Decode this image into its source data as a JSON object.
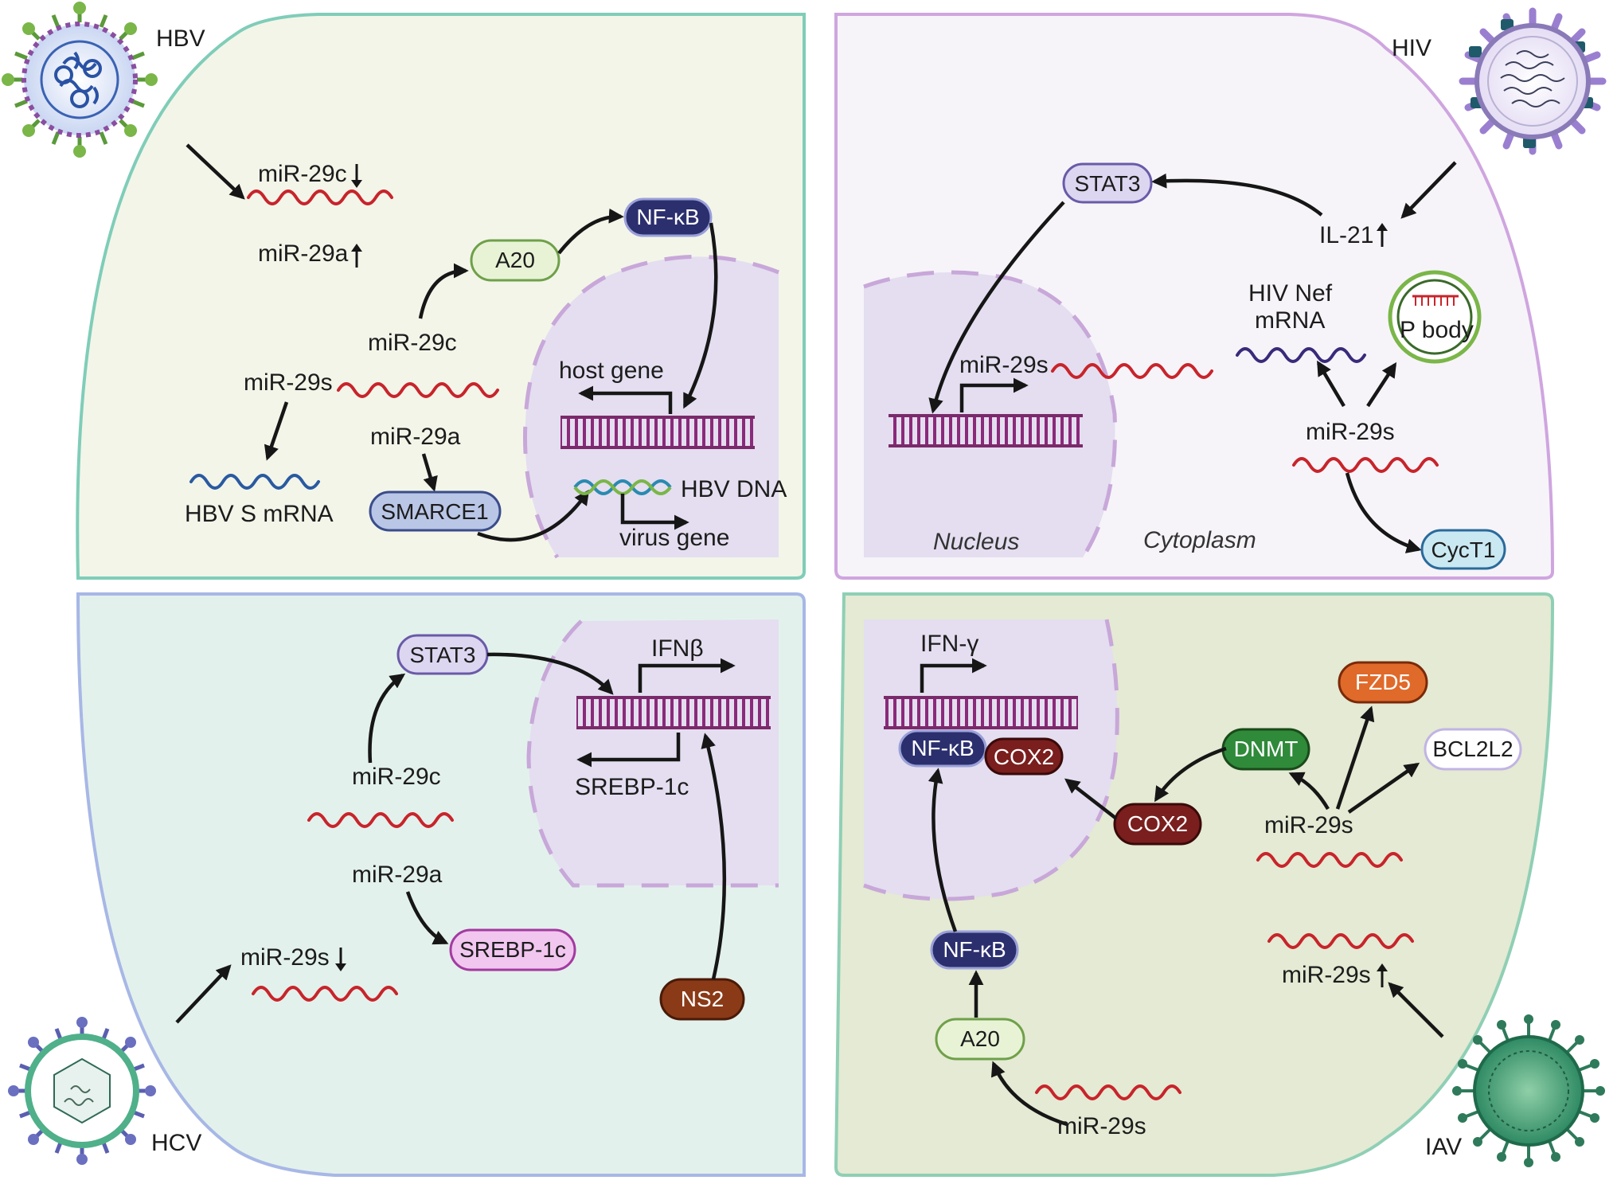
{
  "viruses": {
    "hbv": "HBV",
    "hiv": "HIV",
    "hcv": "HCV",
    "iav": "IAV"
  },
  "hbv_panel": {
    "mir29c_down": "miR-29c",
    "mir29a_up": "miR-29a",
    "mir29c": "miR-29c",
    "mir29s": "miR-29s",
    "mir29a": "miR-29a",
    "a20": "A20",
    "nfkb": "NF-κB",
    "host_gene": "host gene",
    "hbv_dna": "HBV DNA",
    "virus_gene": "virus gene",
    "smarce1": "SMARCE1",
    "hbv_s_mrna": "HBV S mRNA"
  },
  "hiv_panel": {
    "stat3": "STAT3",
    "il21": "IL-21",
    "hiv_nef_line1": "HIV Nef",
    "hiv_nef_line2": "mRNA",
    "p_body": "P body",
    "mir29s_nucleus": "miR-29s",
    "mir29s": "miR-29s",
    "cyct1": "CycT1",
    "nucleus": "Nucleus",
    "cytoplasm": "Cytoplasm"
  },
  "hcv_panel": {
    "stat3": "STAT3",
    "ifnb": "IFNβ",
    "srebp_gene": "SREBP-1c",
    "mir29c": "miR-29c",
    "mir29a": "miR-29a",
    "srebp": "SREBP-1c",
    "mir29s_down": "miR-29s",
    "ns2": "NS2"
  },
  "iav_panel": {
    "ifng": "IFN-γ",
    "nfkb_nucleus": "NF-κB",
    "cox2_nucleus": "COX2",
    "dnmt": "DNMT",
    "fzd5": "FZD5",
    "bcl2l2": "BCL2L2",
    "cox2": "COX2",
    "mir29s": "miR-29s",
    "nfkb": "NF-κB",
    "a20": "A20",
    "mir29s_bottom": "miR-29s",
    "mir29s_up": "miR-29s"
  },
  "colors": {
    "hbv_bg": "#f3f5e9",
    "hiv_bg": "#f6f4f9",
    "hcv_bg": "#e3f1ec",
    "iav_bg": "#e4ead3",
    "nucleus": "#e2dcf0",
    "mirna_red": "#c8242b",
    "nfkb": "#2b2f6e",
    "cox2": "#7a1e1e",
    "dnmt": "#2f8a3a",
    "fzd5": "#e06a2a",
    "ns2": "#8a3a17"
  }
}
